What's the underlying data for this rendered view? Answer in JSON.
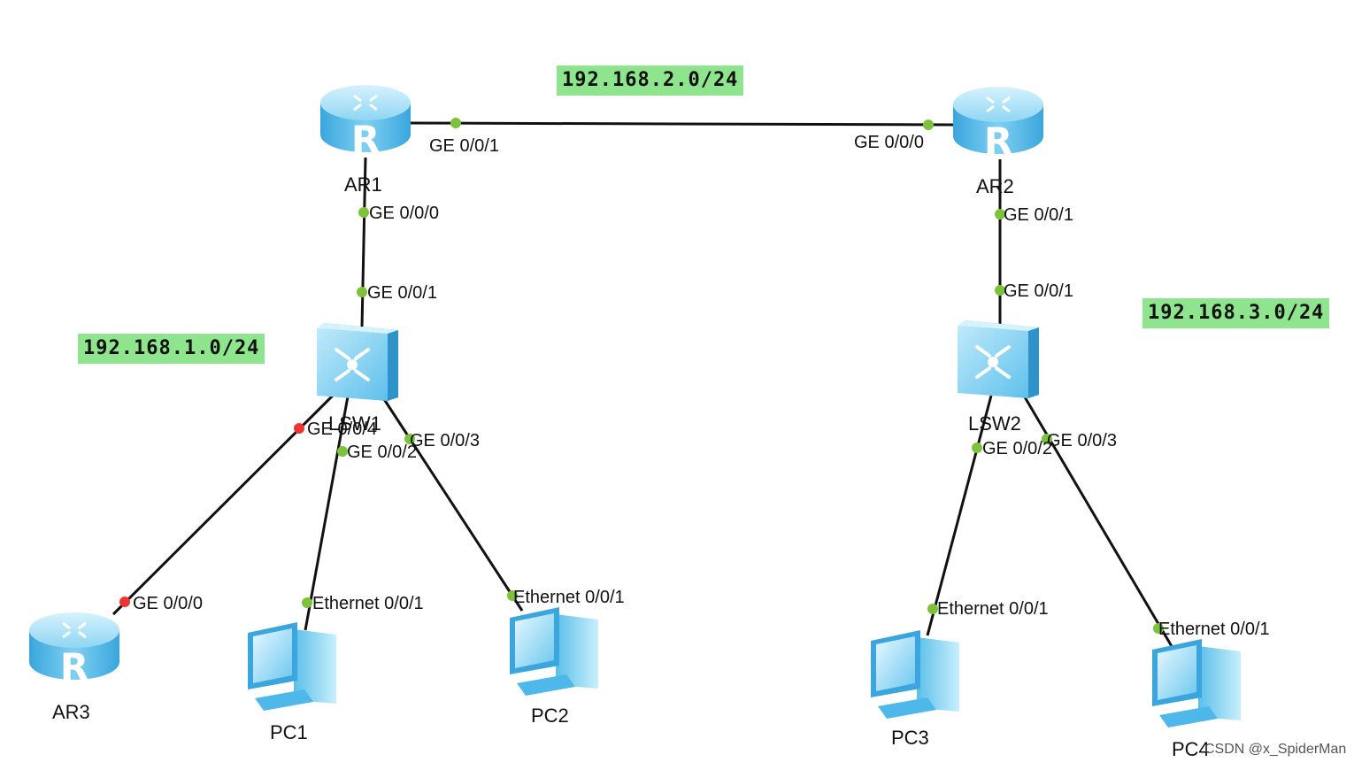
{
  "subnets": {
    "lan1": "192.168.1.0/24",
    "wan": "192.168.2.0/24",
    "lan2": "192.168.3.0/24"
  },
  "devices": {
    "ar1": "AR1",
    "ar2": "AR2",
    "ar3": "AR3",
    "lsw1": "LSW1",
    "lsw2": "LSW2",
    "pc1": "PC1",
    "pc2": "PC2",
    "pc3": "PC3",
    "pc4": "PC4"
  },
  "ports": {
    "ar1_ge001": "GE 0/0/1",
    "ar2_ge000": "GE 0/0/0",
    "ar1_ge000": "GE 0/0/0",
    "lsw1_ge001": "GE 0/0/1",
    "ar2_ge001": "GE 0/0/1",
    "lsw2_ge001": "GE 0/0/1",
    "lsw1_ge004": "GE 0/0/4",
    "lsw1_ge002": "GE 0/0/2",
    "lsw1_ge003": "GE 0/0/3",
    "lsw2_ge002": "GE 0/0/2",
    "lsw2_ge003": "GE 0/0/3",
    "ar3_ge000": "GE 0/0/0",
    "pc1_eth": "Ethernet 0/0/1",
    "pc2_eth": "Ethernet 0/0/1",
    "pc3_eth": "Ethernet 0/0/1",
    "pc4_eth": "Ethernet 0/0/1"
  },
  "watermark": "CSDN @x_SpiderMan",
  "colors": {
    "link": "#111111",
    "port_up": "#7cc23a",
    "port_down": "#ee3333",
    "subnet_bg": "#8ee58e",
    "device_body": "#4fb8ea",
    "device_light": "#aee3f7"
  },
  "icons": {
    "router": "router-icon",
    "switch": "switch-icon",
    "pc": "pc-icon"
  }
}
